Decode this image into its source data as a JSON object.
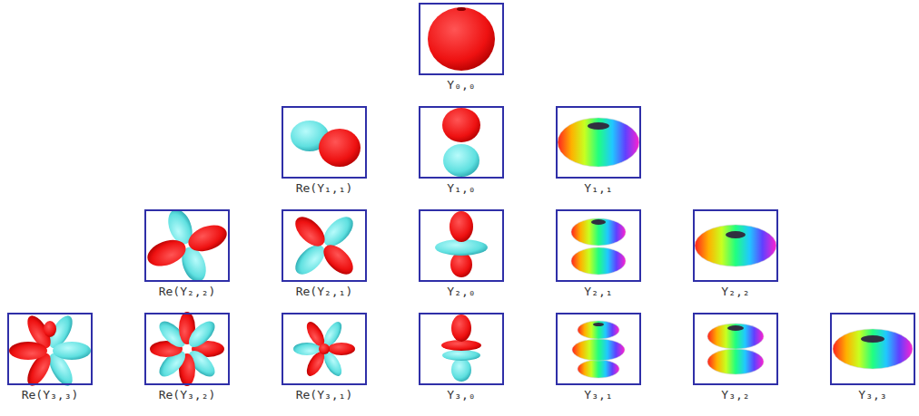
{
  "diagram": {
    "nodes": [
      {
        "text": [
          "Y₀,₀"
        ]
      },
      {
        "text": [
          "Re(Y₁,₁)"
        ]
      },
      {
        "text": [
          "Y₁,₀"
        ]
      },
      {
        "text": [
          "Y₁,₁"
        ]
      },
      {
        "text": [
          "Re(Y₂,₂)"
        ]
      },
      {
        "text": [
          "Re(Y₂,₁)"
        ]
      },
      {
        "text": [
          "Y₂,₀"
        ]
      },
      {
        "text": [
          "Y₂,₁"
        ]
      },
      {
        "text": [
          "Y₂,₂"
        ]
      },
      {
        "text": [
          "Re(Y₃,₃)"
        ]
      },
      {
        "text": [
          "Re(Y₃,₂)"
        ]
      },
      {
        "text": [
          "Re(Y₃,₁)"
        ]
      },
      {
        "text": [
          "Y₃,₀"
        ]
      },
      {
        "text": [
          "Y₃,₁"
        ]
      },
      {
        "text": [
          "Y₃,₂"
        ]
      },
      {
        "text": [
          "Y₃,₃"
        ]
      }
    ]
  }
}
